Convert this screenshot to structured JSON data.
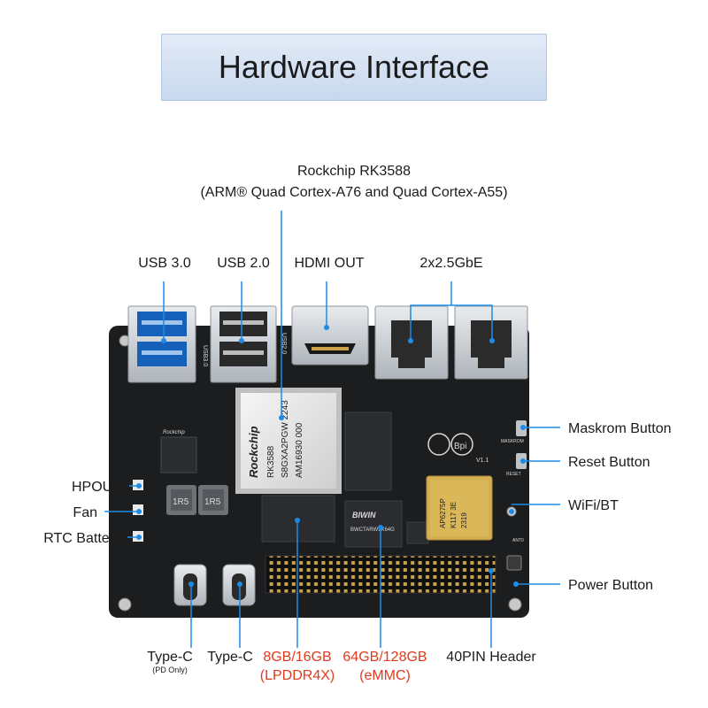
{
  "title": "Hardware Interface",
  "soc": {
    "name": "Rockchip RK3588",
    "desc": "(ARM® Quad Cortex-A76 and Quad Cortex-A55)"
  },
  "top_labels": {
    "usb30": "USB 3.0",
    "usb20": "USB 2.0",
    "hdmi": "HDMI OUT",
    "gbe": "2x2.5GbE"
  },
  "right_labels": {
    "maskrom": "Maskrom Button",
    "reset": "Reset Button",
    "wifi": "WiFi/BT",
    "power": "Power Button"
  },
  "left_labels": {
    "hpout": "HPOUT",
    "fan": "Fan",
    "rtc": "RTC Battery"
  },
  "bottom_labels": {
    "typec1": "Type-C",
    "typec1_note": "(PD Only)",
    "typec2": "Type-C",
    "ram_line1": "8GB/16GB",
    "ram_line2": "(LPDDR4X)",
    "emmc_line1": "64GB/128GB",
    "emmc_line2": "(eMMC)",
    "header": "40PIN Header"
  },
  "board_text": {
    "soc_chip_brand": "Rockchip",
    "soc_chip_line1": "RK3588",
    "soc_chip_line2": "S8GXA2PGW 2243",
    "soc_chip_line3": "AM16930 000",
    "emmc_brand": "BIWIN",
    "emmc_part": "BWCTARW1X64G",
    "wifi_part": "AP6275P",
    "wifi_code": "K117 3E",
    "wifi_year": "2319",
    "inductor_1": "1R5",
    "inductor_2": "1R5",
    "logo_bpi": "Bpi",
    "version": "V1.1",
    "silk_usb": "USB3.0",
    "silk_usb2": "USB2.0",
    "silk_maskrom": "MASKROM",
    "silk_reset": "RESET",
    "silk_ant": "ANT0",
    "pmic_brand": "Rockchip"
  },
  "colors": {
    "pcb": "#1c1d1f",
    "leader_line": "#1f8be6",
    "red_label": "#e03a1e",
    "banner": "#d4e1f3"
  }
}
